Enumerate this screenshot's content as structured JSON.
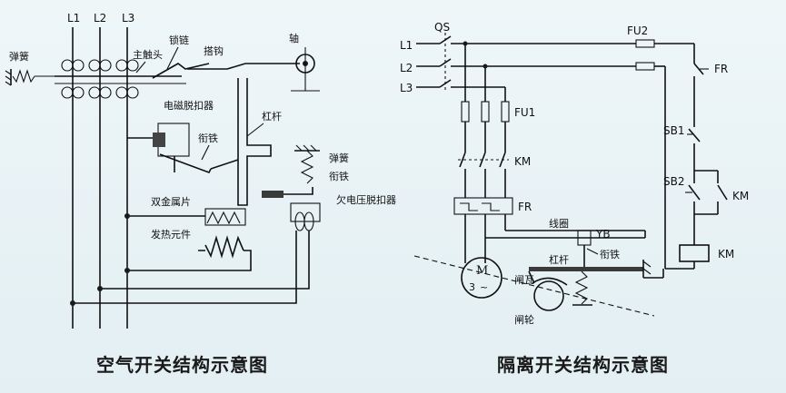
{
  "air_switch": {
    "caption": "空气开关结构示意图",
    "lines": [
      "L1",
      "L2",
      "L3"
    ],
    "labels": {
      "spring_left": "弹簧",
      "lock_chain": "锁链",
      "main_contact": "主触头",
      "hook": "搭钩",
      "shaft": "轴",
      "em_release": "电磁脱扣器",
      "armature": "衔铁",
      "lever": "杠杆",
      "spring_right": "弹簧",
      "armature_right": "衔铁",
      "undervoltage_release": "欠电压脱扣器",
      "bimetal": "双金属片",
      "heating_element": "发热元件"
    }
  },
  "isolation_switch": {
    "caption": "隔离开关结构示意图",
    "lines": [
      "L1",
      "L2",
      "L3"
    ],
    "labels": {
      "qs": "QS",
      "fu2": "FU2",
      "fr_top": "FR",
      "fu1": "FU1",
      "km_main": "KM",
      "sb1": "SB1",
      "sb2": "SB2",
      "km_aux": "KM",
      "fr_relay": "FR",
      "coil": "线圈",
      "yb": "YB",
      "armature": "衔铁",
      "lever": "杠杆",
      "brake_shoe": "闸瓦",
      "brake_wheel": "闸轮",
      "km_coil": "KM",
      "motor_m": "M",
      "motor_3": "3"
    }
  }
}
